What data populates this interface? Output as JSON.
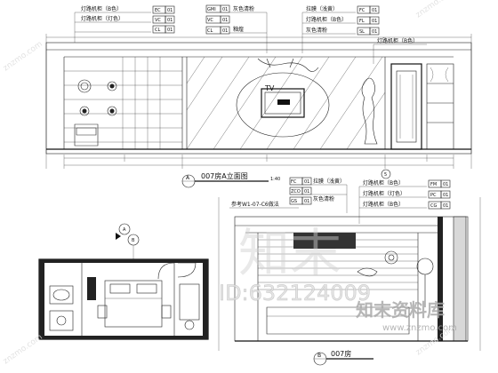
{
  "elevation_a": {
    "title": "007房A立面图",
    "scale": "1:40",
    "marker_letter": "A",
    "tv_label": "TV",
    "callouts_left": [
      {
        "text": "灯路机柜（B色）",
        "code1": "EC",
        "code2": "01"
      },
      {
        "text": "灯路机柜（灯色）",
        "code1": "VC",
        "code2": "01"
      },
      {
        "text": "",
        "code1": "CL",
        "code2": "01"
      }
    ],
    "callouts_mid": [
      {
        "text": "灰色清粉",
        "code1": "GMI",
        "code2": "01"
      },
      {
        "text": "",
        "code1": "VC",
        "code2": "01"
      },
      {
        "text": "釉煌",
        "code1": "CL",
        "code2": "01"
      }
    ],
    "callouts_right": [
      {
        "text": "拉膜（浅黄）",
        "code1": "FC",
        "code2": "01"
      },
      {
        "text": "灯路机柜（B色）",
        "code1": "FL",
        "code2": "01"
      },
      {
        "text": "灰色清粉",
        "code1": "SL",
        "code2": "01"
      }
    ],
    "callout_far_right": "灯路机柜（B色）",
    "section_number": "5"
  },
  "elevation_b": {
    "title": "007房",
    "marker_letter": "B",
    "ref_note": "参考W1-07-C6做法",
    "callouts_top": [
      {
        "text": "拉膜（浅黄）",
        "code1": "FC",
        "code2": "01"
      },
      {
        "text": "灰色清粉",
        "code1": "ZCO",
        "code2": "01"
      },
      {
        "text": "",
        "code1": "GS",
        "code2": "01"
      }
    ],
    "callouts_right": [
      {
        "text": "灯路机柜（B色）",
        "code1": "FM",
        "code2": "01"
      },
      {
        "text": "灯路机柜（灯色）",
        "code1": "PC",
        "code2": "01"
      },
      {
        "text": "灯路机柜（B色）",
        "code1": "CG",
        "code2": "01"
      }
    ]
  },
  "plan": {
    "marker_top": "A",
    "marker_bottom": "B"
  },
  "watermarks": {
    "big_glyph": "知末",
    "id_text": "ID:632124009",
    "brand_cn": "知末资料库",
    "brand_url": "www.znzmo.com",
    "corner": "znzmo.com"
  }
}
